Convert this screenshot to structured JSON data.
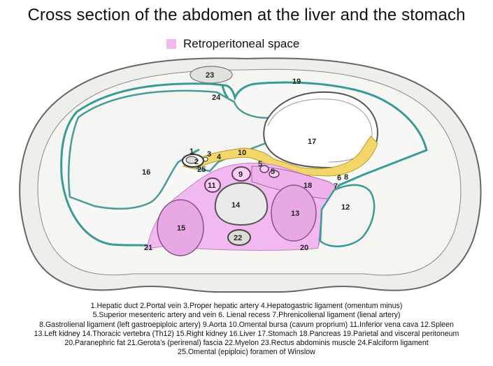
{
  "title": "Cross section of the abdomen at the liver and the stomach",
  "legend": {
    "label": "Retroperitoneal space",
    "color": "#f2b8f0"
  },
  "labels": {
    "l1": "1",
    "l2": "2",
    "l3": "3",
    "l4": "4",
    "l5": "5",
    "l5b": "5",
    "l6": "6",
    "l7": "7",
    "l8": "8",
    "l9": "9",
    "l10": "10",
    "l11": "11",
    "l12": "12",
    "l13": "13",
    "l14": "14",
    "l15": "15",
    "l16": "16",
    "l17": "17",
    "l18": "18",
    "l19": "19",
    "l20": "20",
    "l21": "21",
    "l22": "22",
    "l23": "23",
    "l24": "24",
    "l25": "25"
  },
  "caption": [
    "1.Hepatic duct 2.Portal vein 3.Proper hepatic artery 4.Hepatogastric  ligament (omentum minus)",
    "5.Superior mesenteric artery and vein 6. Lienal recess 7.Phrenicolienal ligament (lienal artery)",
    "8.Gastrolienal ligament (left gastroepiploic artery) 9.Aorta 10.Omental bursa (cavum proprium) 11.Inferior vena cava 12.Spleen",
    "13.Left kidney 14.Thoracic vertebra (Th12) 15.Right kidney 16.Liver 17.Stomach 18.Pancreas 19.Parietal and visceral peritoneum",
    "20.Paranephric fat 21.Gerota’s (perirenal) fascia 22.Myelon 23.Rectus abdominis muscle 24.Falciform ligament",
    "25.Omental (epiploic) foramen of Winslow"
  ]
}
